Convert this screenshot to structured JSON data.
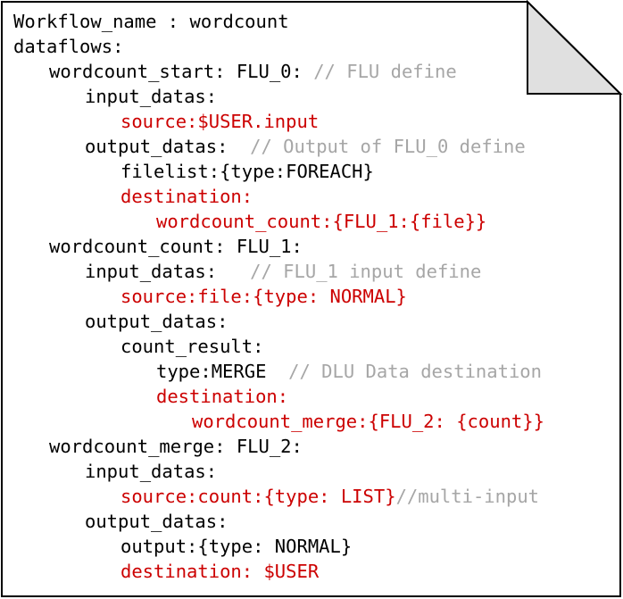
{
  "colors": {
    "text": "#000000",
    "highlight": "#cc0000",
    "comment": "#a6a6a6",
    "border": "#000000",
    "fold": "#e0e0e0"
  },
  "document": {
    "lines": [
      {
        "indent": 0,
        "parts": [
          {
            "text": "Workflow_name : wordcount",
            "style": "normal"
          }
        ]
      },
      {
        "indent": 0,
        "parts": [
          {
            "text": "dataflows:",
            "style": "normal"
          }
        ]
      },
      {
        "indent": 1,
        "parts": [
          {
            "text": "wordcount_start: FLU_0: ",
            "style": "normal"
          },
          {
            "text": "// FLU define",
            "style": "comment"
          }
        ]
      },
      {
        "indent": 2,
        "parts": [
          {
            "text": "input_datas:",
            "style": "normal"
          }
        ]
      },
      {
        "indent": 3,
        "parts": [
          {
            "text": "source:$USER.input",
            "style": "highlight"
          }
        ]
      },
      {
        "indent": 2,
        "parts": [
          {
            "text": "output_datas:  ",
            "style": "normal"
          },
          {
            "text": "// Output of FLU_0 define",
            "style": "comment"
          }
        ]
      },
      {
        "indent": 3,
        "parts": [
          {
            "text": "filelist:{type:FOREACH}",
            "style": "normal"
          }
        ]
      },
      {
        "indent": 3,
        "parts": [
          {
            "text": "destination:",
            "style": "highlight"
          }
        ]
      },
      {
        "indent": 4,
        "parts": [
          {
            "text": "wordcount_count:{FLU_1:{file}}",
            "style": "highlight"
          }
        ]
      },
      {
        "indent": 1,
        "parts": [
          {
            "text": "wordcount_count: FLU_1:",
            "style": "normal"
          }
        ]
      },
      {
        "indent": 2,
        "parts": [
          {
            "text": "input_datas:   ",
            "style": "normal"
          },
          {
            "text": "// FLU_1 input define",
            "style": "comment"
          }
        ]
      },
      {
        "indent": 3,
        "parts": [
          {
            "text": "source:file:{type: NORMAL}",
            "style": "highlight"
          }
        ]
      },
      {
        "indent": 2,
        "parts": [
          {
            "text": "output_datas:",
            "style": "normal"
          }
        ]
      },
      {
        "indent": 3,
        "parts": [
          {
            "text": "count_result:",
            "style": "normal"
          }
        ]
      },
      {
        "indent": 4,
        "parts": [
          {
            "text": "type:MERGE  ",
            "style": "normal"
          },
          {
            "text": "// DLU Data destination",
            "style": "comment"
          }
        ]
      },
      {
        "indent": 4,
        "parts": [
          {
            "text": "destination:",
            "style": "highlight"
          }
        ]
      },
      {
        "indent": 5,
        "parts": [
          {
            "text": "wordcount_merge:{FLU_2: {count}}",
            "style": "highlight"
          }
        ]
      },
      {
        "indent": 1,
        "parts": [
          {
            "text": "wordcount_merge: FLU_2:",
            "style": "normal"
          }
        ]
      },
      {
        "indent": 2,
        "parts": [
          {
            "text": "input_datas:",
            "style": "normal"
          }
        ]
      },
      {
        "indent": 3,
        "parts": [
          {
            "text": "source:count:{type: LIST}",
            "style": "highlight"
          },
          {
            "text": "//multi-input",
            "style": "comment"
          }
        ]
      },
      {
        "indent": 2,
        "parts": [
          {
            "text": "output_datas:",
            "style": "normal"
          }
        ]
      },
      {
        "indent": 3,
        "parts": [
          {
            "text": "output:{type: NORMAL}",
            "style": "normal"
          }
        ]
      },
      {
        "indent": 3,
        "parts": [
          {
            "text": "destination: $USER",
            "style": "highlight"
          }
        ]
      }
    ]
  }
}
